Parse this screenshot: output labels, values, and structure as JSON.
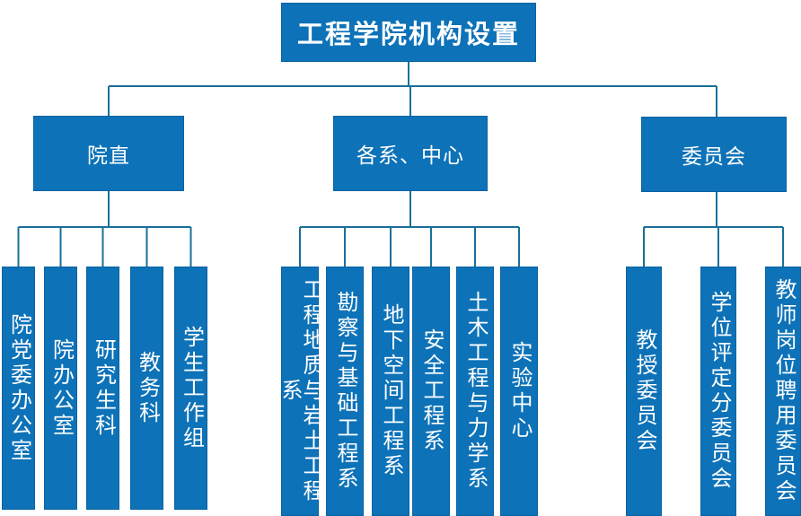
{
  "colors": {
    "node_fill": "#0d72b8",
    "node_border": "#0a62a0",
    "connector_line": "#1a7098",
    "node_text": "#ffffff",
    "background": "#ffffff"
  },
  "tree": {
    "root": {
      "label": "工程学院机构设置"
    },
    "groups": [
      {
        "label": "院直",
        "children": [
          "院党委办公室",
          "院办公室",
          "研究生科",
          "教务科",
          "学生工作组"
        ]
      },
      {
        "label": "各系、中心",
        "children": [
          "工程地质与岩土工程系",
          "勘察与基础工程系",
          "地下空间工程系",
          "安全工程系",
          "土木工程与力学系",
          "实验中心"
        ]
      },
      {
        "label": "委员会",
        "children": [
          "教授委员会",
          "学位评定分委员会",
          "教师岗位聘用委员会"
        ]
      }
    ]
  }
}
